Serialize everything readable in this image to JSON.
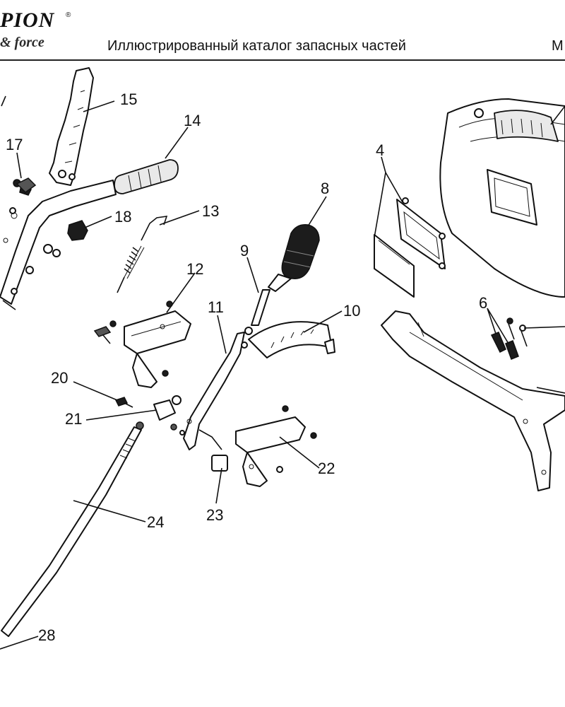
{
  "header": {
    "logo_text": "PION",
    "logo_registered": "®",
    "logo_tagline": "& force",
    "title": "Иллюстрированный каталог запасных частей",
    "code_fragment": "M"
  },
  "callouts": {
    "c4": "4",
    "c6": "6",
    "c8": "8",
    "c9": "9",
    "c10": "10",
    "c11": "11",
    "c12": "12",
    "c13": "13",
    "c14": "14",
    "c15": "15",
    "c17": "17",
    "c18": "18",
    "c20": "20",
    "c21": "21",
    "c22": "22",
    "c23": "23",
    "c24": "24",
    "c28": "28"
  }
}
